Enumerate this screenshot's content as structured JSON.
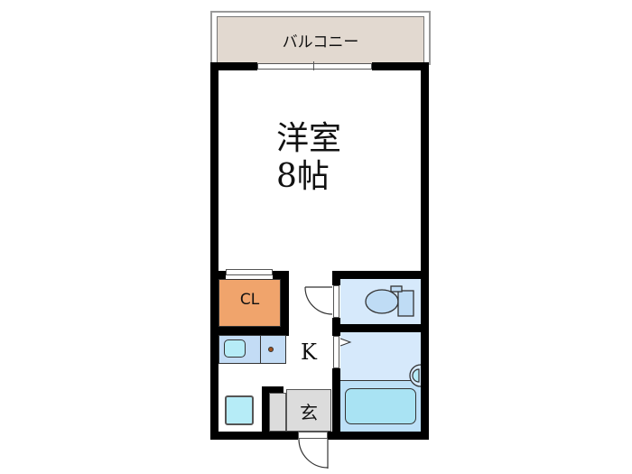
{
  "floor_plan": {
    "balcony": {
      "label": "バルコニー",
      "color": "#e2d9d0"
    },
    "western_room": {
      "label_line1": "洋室",
      "label_line2": "8帖"
    },
    "closet": {
      "label": "CL",
      "color": "#f0a46c"
    },
    "kitchen": {
      "label": "K",
      "color": "#c3dcf5"
    },
    "entrance": {
      "label": "玄",
      "color": "#dcdcdc"
    },
    "toilet": {
      "color": "#d6e9fb"
    },
    "bathroom": {
      "color": "#d6e9fb",
      "tub_color": "#a9e3f3"
    },
    "colors": {
      "wall": "#000000",
      "fixture": "#a9e3f3",
      "stove_dot": "#a0521d"
    }
  }
}
